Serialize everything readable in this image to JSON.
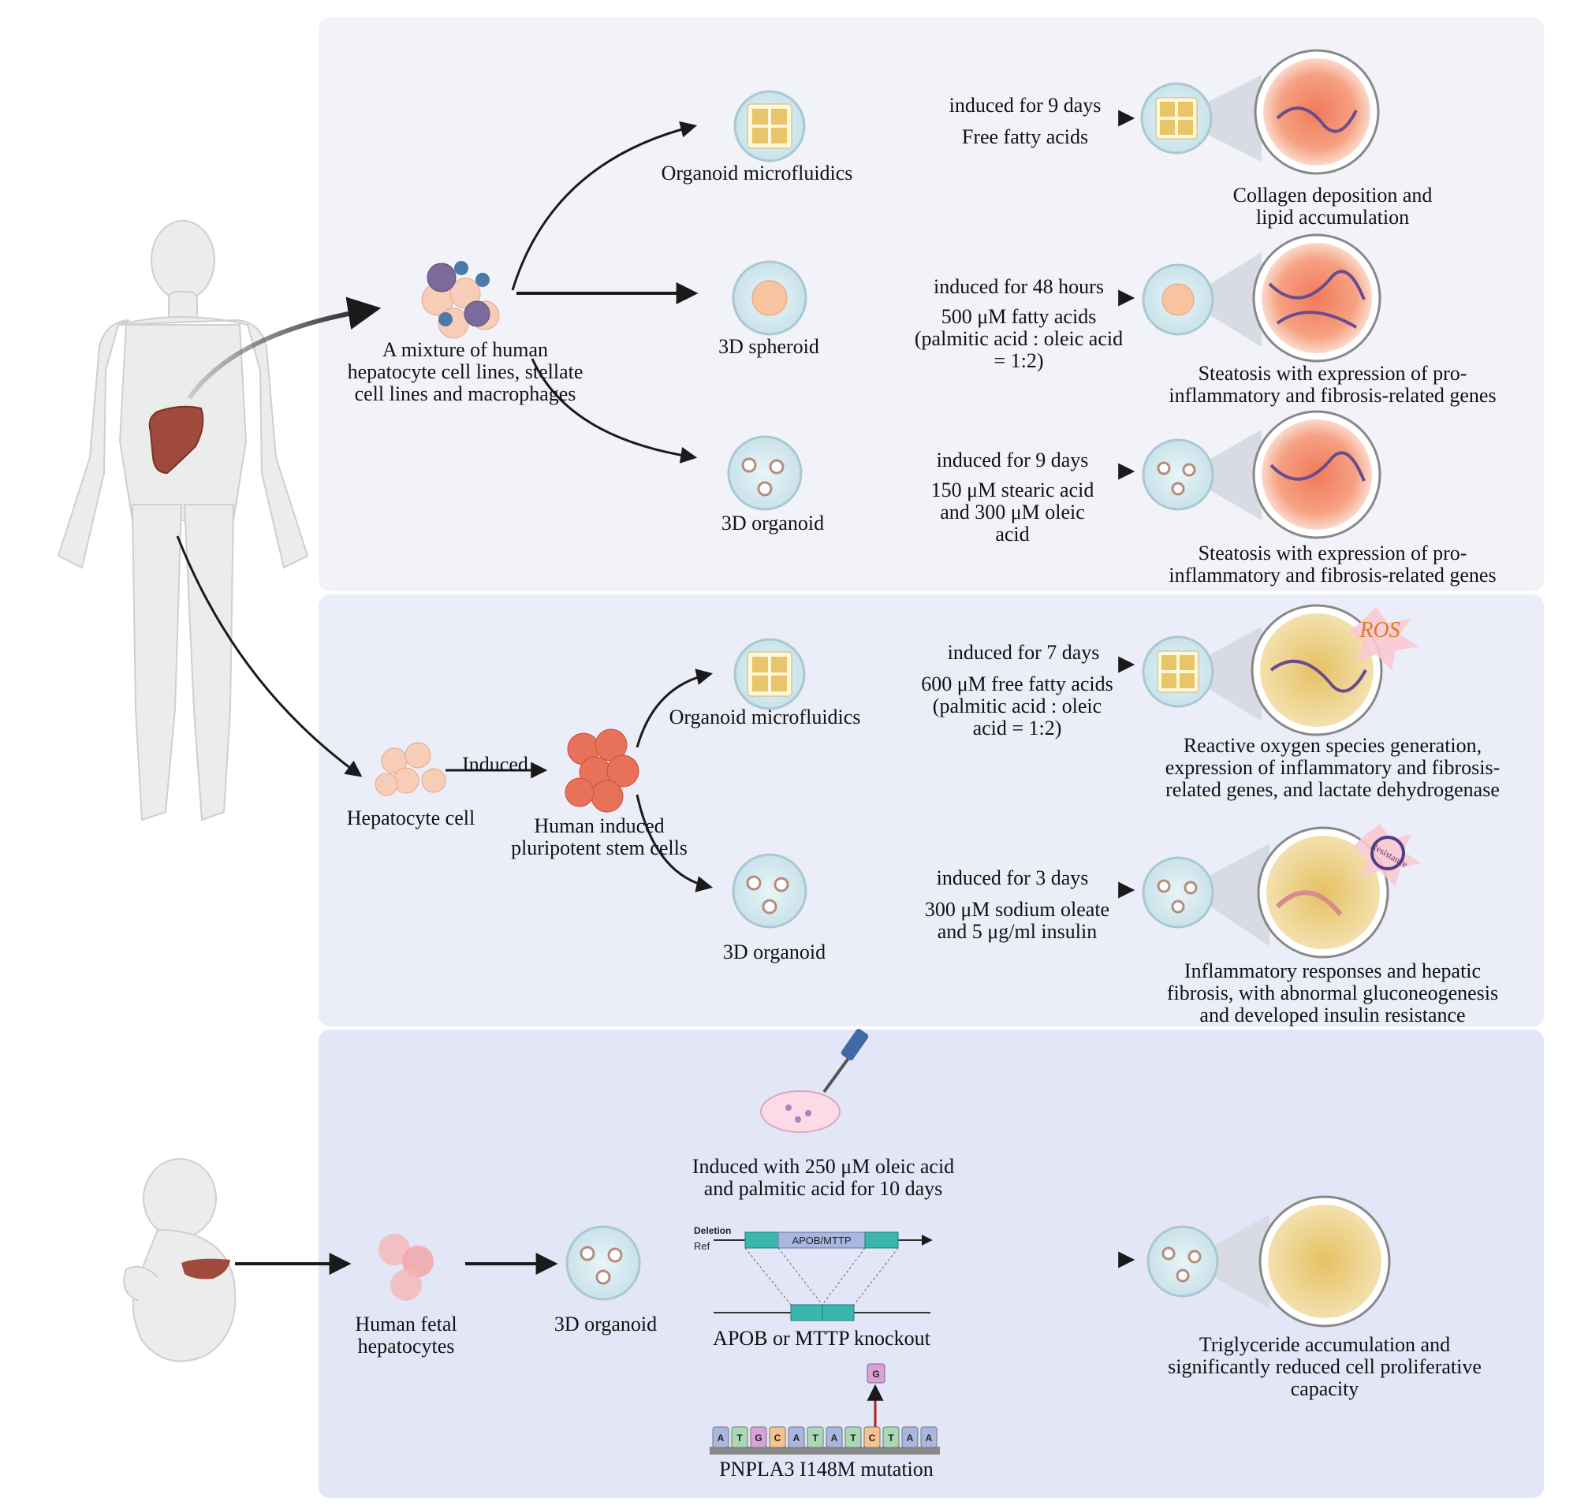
{
  "panels": {
    "top": {
      "source": [
        "A mixture of human",
        "hepatocyte cell lines, stellate",
        "cell lines and macrophages"
      ],
      "models": [
        {
          "name": "Organoid microfluidics",
          "condition_top": [
            "induced for 9 days"
          ],
          "condition_bottom": [
            "Free fatty acids"
          ],
          "outcome": [
            "Collagen deposition and",
            "lipid accumulation"
          ]
        },
        {
          "name": "3D spheroid",
          "condition_top": [
            "induced for 48 hours"
          ],
          "condition_bottom": [
            "500 μM fatty acids",
            "(palmitic acid : oleic acid",
            "= 1:2)"
          ],
          "outcome": [
            "Steatosis with expression of pro-",
            "inflammatory and fibrosis-related genes"
          ]
        },
        {
          "name": "3D organoid",
          "condition_top": [
            "induced for 9 days"
          ],
          "condition_bottom": [
            "150 μM stearic acid",
            "and 300 μM oleic",
            "acid"
          ],
          "outcome": [
            "Steatosis with expression of pro-",
            "inflammatory and fibrosis-related genes"
          ]
        }
      ]
    },
    "middle": {
      "source": [
        "Hepatocyte cell"
      ],
      "induced_label": "Induced",
      "stem_cells": [
        "Human induced",
        "pluripotent stem cells"
      ],
      "ros_label": "ROS",
      "resistance_label": "Resistance",
      "models": [
        {
          "name": "Organoid microfluidics",
          "condition_top": [
            "induced for 7 days"
          ],
          "condition_bottom": [
            "600 μM free fatty acids",
            "(palmitic acid : oleic",
            "acid = 1:2)"
          ],
          "outcome": [
            "Reactive oxygen species generation,",
            "expression of inflammatory and fibrosis-",
            "related genes, and lactate dehydrogenase"
          ]
        },
        {
          "name": "3D organoid",
          "condition_top": [
            "induced for 3 days"
          ],
          "condition_bottom": [
            "300 μM sodium oleate",
            "and 5 μg/ml insulin"
          ],
          "outcome": [
            "Inflammatory responses and hepatic",
            "fibrosis, with abnormal gluconeogenesis",
            "and developed insulin resistance"
          ]
        }
      ]
    },
    "bottom": {
      "source": [
        "Human fetal",
        "hepatocytes"
      ],
      "model": [
        "3D organoid"
      ],
      "induction": [
        "Induced with 250 μM oleic acid",
        "and palmitic acid for 10 days"
      ],
      "deletion_label": "Deletion",
      "ref_label": "Ref",
      "gene_box": "APOB/MTTP",
      "knockout": [
        "APOB or MTTP knockout"
      ],
      "mutation": [
        "PNPLA3 I148M mutation"
      ],
      "mutant_base": "G",
      "sequence": [
        "A",
        "T",
        "G",
        "C",
        "A",
        "T",
        "A",
        "T",
        "C",
        "T",
        "A",
        "A"
      ],
      "outcome": [
        "Triglyceride accumulation and",
        "significantly reduced cell proliferative",
        "capacity"
      ]
    }
  },
  "colors": {
    "panel_top": "#f1f3f9",
    "panel_mid": "#ebeef8",
    "panel_bottom": "#e2e6f6",
    "liver": "#a0493d",
    "arrow": "#1a1a1a"
  }
}
